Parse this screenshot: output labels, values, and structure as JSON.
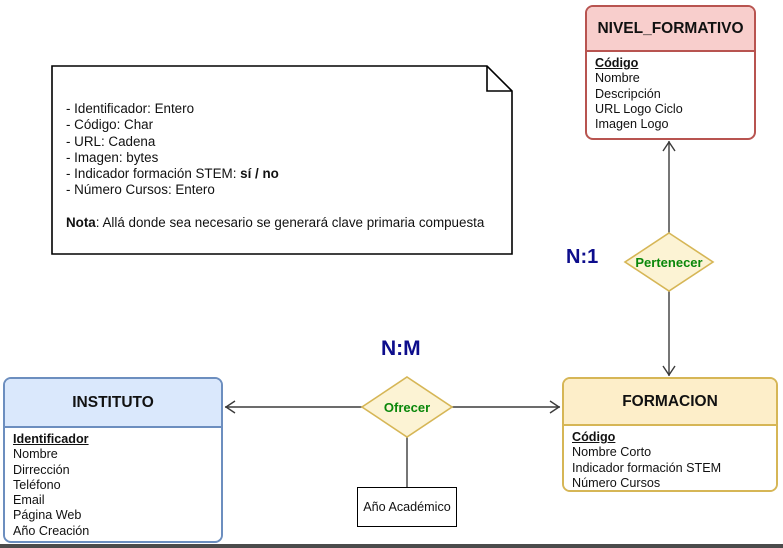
{
  "note": {
    "items": [
      {
        "pre": "- Identificador: Entero",
        "bold": ""
      },
      {
        "pre": "- Código: Char",
        "bold": ""
      },
      {
        "pre": "- URL: Cadena",
        "bold": ""
      },
      {
        "pre": "- Imagen: bytes",
        "bold": ""
      },
      {
        "pre": "- Indicador formación STEM: ",
        "bold": "sí / no"
      },
      {
        "pre": "- Número Cursos: Entero",
        "bold": ""
      }
    ],
    "footer": {
      "bold": "Nota",
      "text": ": Allá donde sea necesario se generará clave primaria compuesta"
    }
  },
  "entities": {
    "nivel_formativo": {
      "title": "NIVEL_FORMATIVO",
      "attributes": [
        "Código",
        "Nombre",
        "Descripción",
        "URL Logo Ciclo",
        "Imagen Logo"
      ]
    },
    "instituto": {
      "title": "INSTITUTO",
      "attributes": [
        "Identificador",
        "Nombre",
        "Dirrección",
        "Teléfono",
        "Email",
        "Página Web",
        "Año Creación"
      ]
    },
    "formacion": {
      "title": "FORMACION",
      "attributes": [
        "Código",
        "Nombre Corto",
        "Indicador formación STEM",
        "Número Cursos"
      ]
    }
  },
  "relationships": {
    "pertenecer": {
      "label": "Pertenecer",
      "cardinality": "N:1"
    },
    "ofrecer": {
      "label": "Ofrecer",
      "cardinality": "N:M"
    }
  },
  "attribute_box": {
    "label": "Año Académico"
  },
  "colors": {
    "entity_red_fill": "#f8cecc",
    "entity_red_stroke": "#b85450",
    "entity_blue_fill": "#dae8fc",
    "entity_blue_stroke": "#6c8ebf",
    "entity_yellow_fill": "#fdeec9",
    "entity_yellow_stroke": "#d6b656",
    "diamond_fill": "#fcf3d4",
    "diamond_stroke": "#d6b656",
    "relationship_text": "#0a870a",
    "cardinality_text": "#0d0d8c",
    "connector_line": "#3b3b3b"
  }
}
